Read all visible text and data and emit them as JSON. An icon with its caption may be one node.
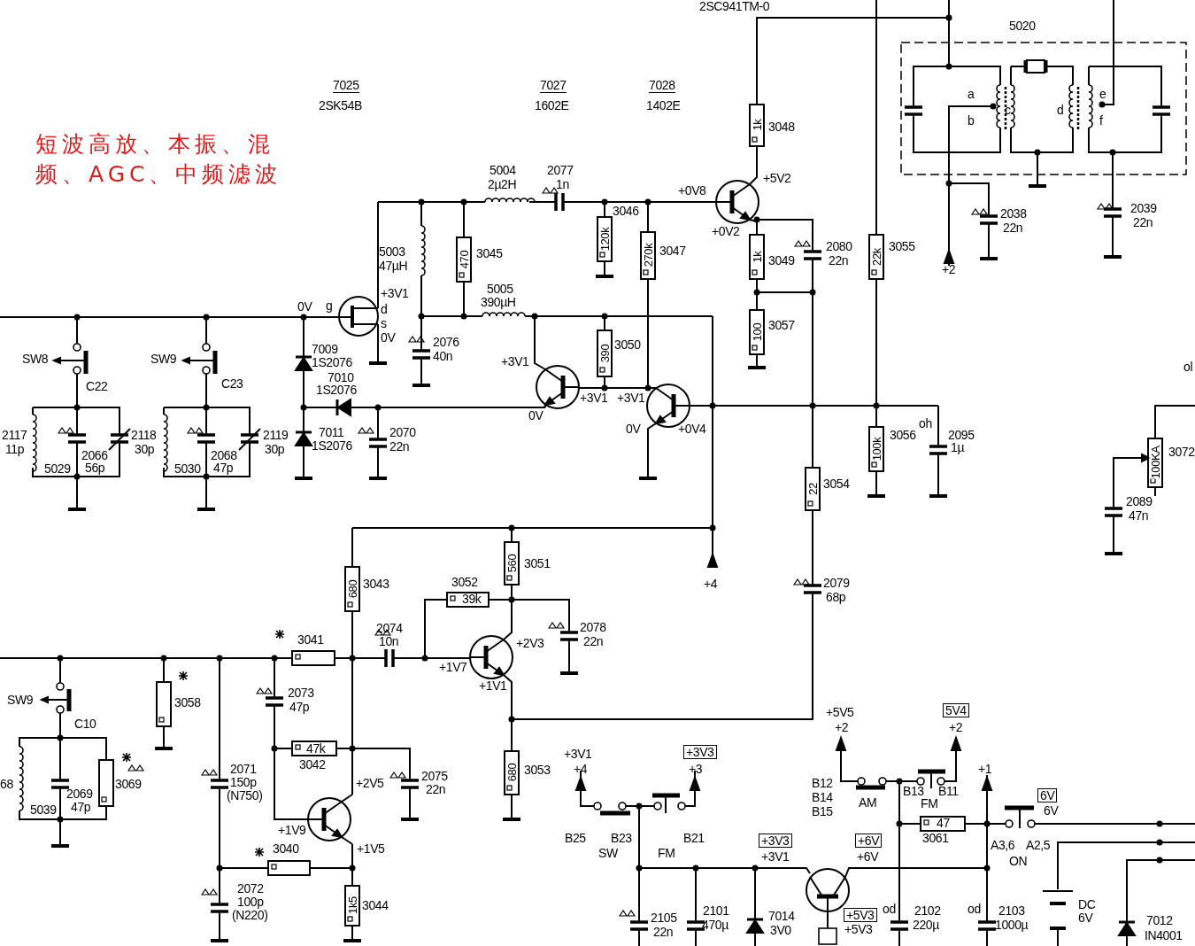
{
  "diagram": {
    "labels": [
      "短波高放、本振、混频、AGC、中频滤波",
      "2SC941TM-0",
      "7025",
      "2SK54B",
      "7027",
      "1602E",
      "7028",
      "1402E",
      "5020",
      "3048",
      "1k",
      "5004",
      "2µ2H",
      "2077",
      "1n",
      "+0V8",
      "+5V2",
      "a",
      "e",
      "b",
      "c",
      "d",
      "f",
      "3046",
      "+0V2",
      "2038",
      "22n",
      "2039",
      "22n",
      "5003",
      "47µH",
      "470",
      "3045",
      "120k",
      "270k",
      "3047",
      "1k",
      "3049",
      "2080",
      "22n",
      "22k",
      "3055",
      "+2",
      "+3V1",
      "5005",
      "0V",
      "g",
      "d",
      "390µH",
      "s",
      "0V",
      "100",
      "3057",
      "2076",
      "40n",
      "390",
      "3050",
      "SW8",
      "SW9",
      "7009",
      "1S2076",
      "+3V1",
      "ol",
      "C22",
      "C23",
      "7010",
      "1S2076",
      "+3V1",
      "+3V1",
      "0V",
      "oh",
      "0V",
      "+0V4",
      "2117",
      "2118",
      "2119",
      "7011",
      "2070",
      "3056",
      "2095",
      "1S2076",
      "22n",
      "11p",
      "30p",
      "30p",
      "1µ",
      "100k",
      "2066",
      "2068",
      "3072",
      "100KA",
      "5029",
      "56p",
      "5030",
      "47p",
      "22",
      "3054",
      "2089",
      "47n",
      "3051",
      "560",
      "680",
      "3043",
      "3052",
      "+4",
      "2079",
      "39k",
      "68p",
      "2074",
      "2078",
      "3041",
      "10n",
      "+2V3",
      "22n",
      "+1V7",
      "+1V1",
      "SW9",
      "3058",
      "2073",
      "47p",
      "C10",
      "47k",
      "3042",
      "2071",
      "68",
      "3069",
      "150p",
      "+2V5",
      "2075",
      "22n",
      "2069",
      "(N750)",
      "5039",
      "47p",
      "+1V9",
      "3040",
      "+1V5",
      "2072",
      "100p",
      "1k5",
      "3044",
      "(N220)",
      "680",
      "3053",
      "+3V1",
      "+3V3",
      "+4",
      "+3",
      "B25",
      "B23",
      "B21",
      "SW",
      "FM",
      "+5V5",
      "+2",
      "5V4",
      "+2",
      "+1",
      "B12",
      "B14",
      "B15",
      "AM",
      "B13",
      "B11",
      "FM",
      "47",
      "3061",
      "6V",
      "6V",
      "A3,6",
      "A2,5",
      "ON",
      "+3V3",
      "+6V",
      "+3V1",
      "+6V",
      "2105",
      "22n",
      "2101",
      "470µ",
      "7014",
      "3V0",
      "+5V3",
      "+5V3",
      "od",
      "2102",
      "220µ",
      "od",
      "2103",
      "1000µ",
      "DC",
      "6V",
      "7012",
      "IN4001"
    ]
  }
}
